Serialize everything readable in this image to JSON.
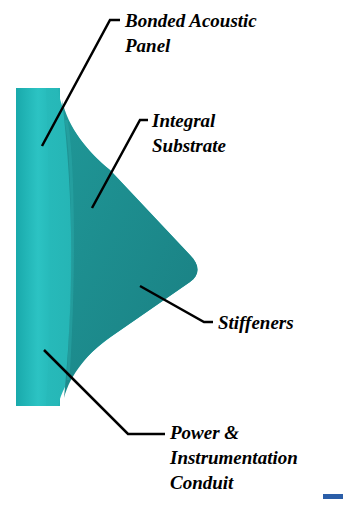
{
  "diagram": {
    "labels": [
      "Bonded Acoustic Panel",
      "Integral Substrate",
      "Stiffeners",
      "Power & Instrumentation Conduit"
    ]
  }
}
